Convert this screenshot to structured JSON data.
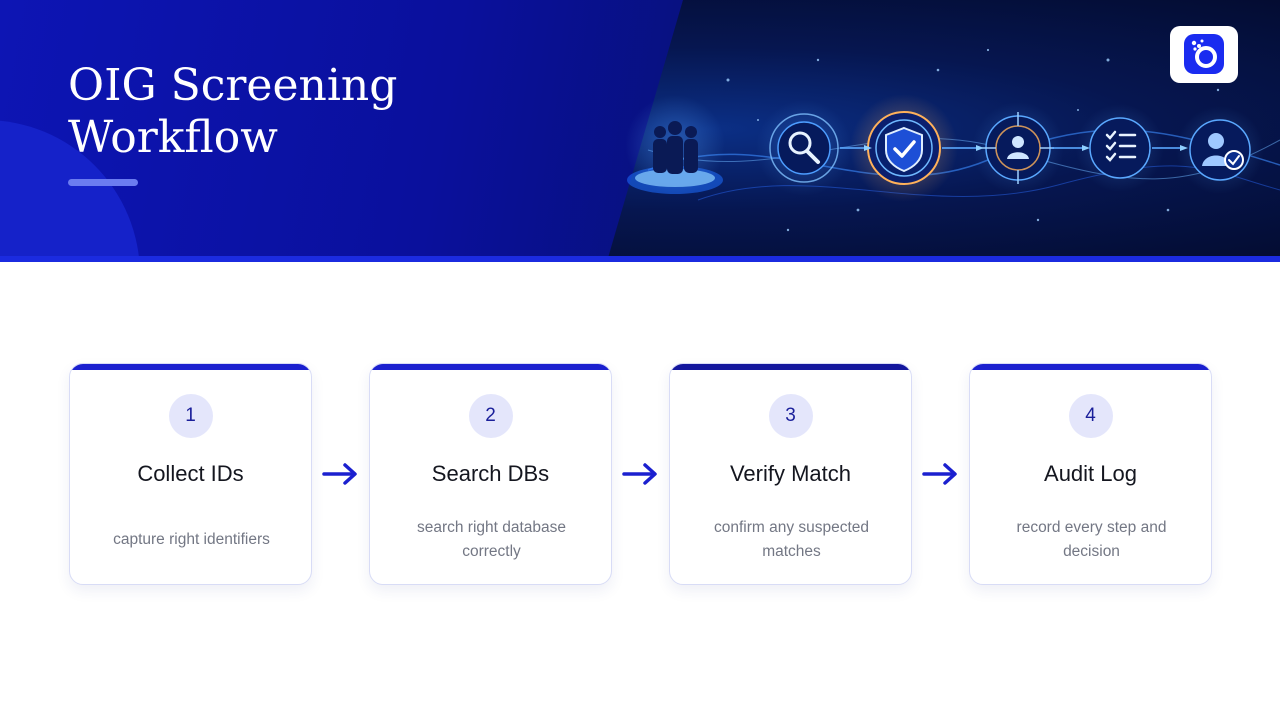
{
  "header": {
    "title_line1": "OIG Screening",
    "title_line2": "Workflow"
  },
  "brand": {
    "logo": "app-logo-icon"
  },
  "hero_icons": [
    "people-icon",
    "search-icon",
    "shield-check-icon",
    "target-user-icon",
    "checklist-icon",
    "user-verified-icon"
  ],
  "steps": [
    {
      "number": "1",
      "title": "Collect IDs",
      "description": "capture right identifiers"
    },
    {
      "number": "2",
      "title": "Search DBs",
      "description": "search right database correctly"
    },
    {
      "number": "3",
      "title": "Verify Match",
      "description": "confirm any suspected matches"
    },
    {
      "number": "4",
      "title": "Audit Log",
      "description": "record every step and decision"
    }
  ],
  "colors": {
    "primary": "#1b20cf",
    "hero_bg": "#0a109c",
    "accent_line": "#6b7cf0",
    "badge_bg": "#e4e6fb"
  }
}
